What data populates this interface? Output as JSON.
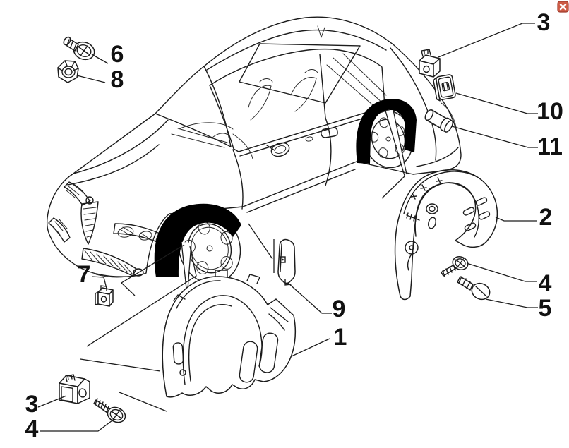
{
  "diagram": {
    "description": "Exploded spare-parts line drawing: coupe body with blacked-out front and rear wheel arches, two wheelhouse liners and their fasteners",
    "callout_count": 13
  },
  "callouts": {
    "c1": "1",
    "c2": "2",
    "c3_top": "3",
    "c3_bottom": "3",
    "c4_right": "4",
    "c4_bottom": "4",
    "c5": "5",
    "c6": "6",
    "c7": "7",
    "c8": "8",
    "c9": "9",
    "c10": "10",
    "c11": "11"
  },
  "colors": {
    "background": "#ffffff",
    "line": "#1c1c1c",
    "solid_fill": "#000000",
    "broken_icon_fill": "#cd5a45",
    "broken_icon_border": "#a03c2d",
    "broken_icon_x": "#ffffff"
  }
}
